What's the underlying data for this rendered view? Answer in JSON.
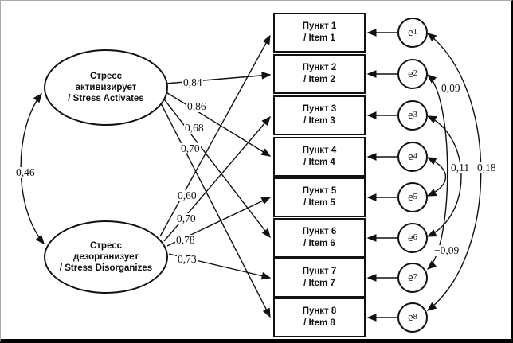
{
  "figure_type": "structural equation model path diagram",
  "factors": [
    {
      "id": "stress_activates",
      "line1": "Стресс",
      "line2": "активизирует",
      "line3": "/ Stress Activates"
    },
    {
      "id": "stress_disorganizes",
      "line1": "Стресс",
      "line2": "дезорганизует",
      "line3": "/ Stress Disorganizes"
    }
  ],
  "factor_correlation": {
    "between": "Стресс активизирует",
    "and": "Стресс дезорганизует",
    "value": "0,46"
  },
  "items": [
    {
      "line1": "Пункт 1",
      "line2": "/ Item 1"
    },
    {
      "line1": "Пункт 2",
      "line2": "/ Item 2"
    },
    {
      "line1": "Пункт 3",
      "line2": "/ Item 3"
    },
    {
      "line1": "Пункт 4",
      "line2": "/ Item 4"
    },
    {
      "line1": "Пункт 5",
      "line2": "/ Item 5"
    },
    {
      "line1": "Пункт 6",
      "line2": "/ Item 6"
    },
    {
      "line1": "Пункт 7",
      "line2": "/ Item 7"
    },
    {
      "line1": "Пункт 8",
      "line2": "/ Item 8"
    }
  ],
  "errors": [
    {
      "base": "e",
      "sub": "1"
    },
    {
      "base": "e",
      "sub": "2"
    },
    {
      "base": "e",
      "sub": "3"
    },
    {
      "base": "e",
      "sub": "4"
    },
    {
      "base": "e",
      "sub": "5"
    },
    {
      "base": "e",
      "sub": "6"
    },
    {
      "base": "e",
      "sub": "7"
    },
    {
      "base": "e",
      "sub": "8"
    }
  ],
  "loadings": {
    "stress_activates": [
      {
        "item": "Пункт 2 / Item 2",
        "value": "0,84"
      },
      {
        "item": "Пункт 4 / Item 4",
        "value": "0,86"
      },
      {
        "item": "Пункт 6 / Item 6",
        "value": "0,68"
      },
      {
        "item": "Пункт 8 / Item 8",
        "value": "0,70"
      }
    ],
    "stress_disorganizes": [
      {
        "item": "Пункт 1 / Item 1",
        "value": "0,60"
      },
      {
        "item": "Пункт 3 / Item 3",
        "value": "0,70"
      },
      {
        "item": "Пункт 5 / Item 5",
        "value": "0,78"
      },
      {
        "item": "Пункт 7 / Item 7",
        "value": "0,73"
      }
    ]
  },
  "error_covariances": [
    {
      "between": "e1",
      "and": "e8",
      "value": "0,18"
    },
    {
      "between": "e2",
      "and": "e7",
      "value": "0,09"
    },
    {
      "between": "e3",
      "and": "e6",
      "value": "0,11"
    },
    {
      "between": "e4",
      "and": "e5",
      "value": "−0,09"
    }
  ]
}
